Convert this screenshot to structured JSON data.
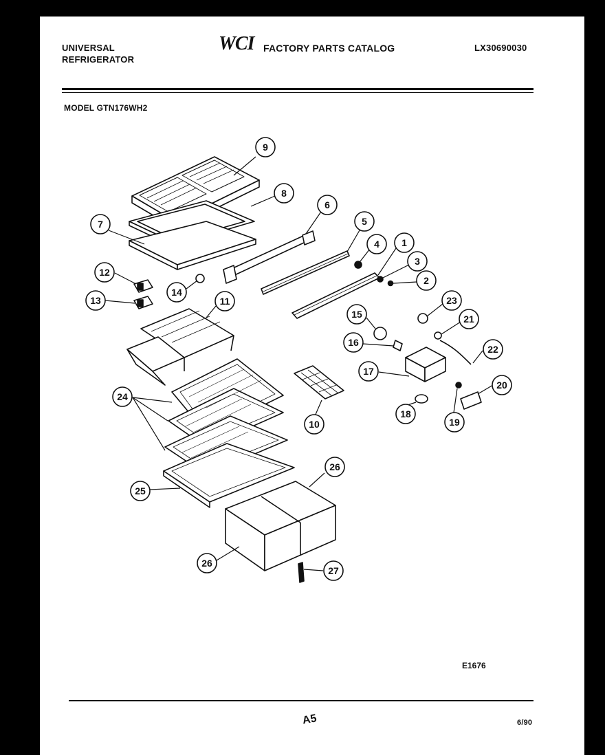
{
  "header": {
    "brand_line1": "UNIVERSAL",
    "brand_line2": "REFRIGERATOR",
    "logo": "WCI",
    "catalog_title": "FACTORY PARTS CATALOG",
    "catalog_number": "LX30690030",
    "model": "MODEL GTN176WH2"
  },
  "diagram": {
    "callouts": [
      "1",
      "2",
      "3",
      "4",
      "5",
      "6",
      "7",
      "8",
      "9",
      "10",
      "11",
      "12",
      "13",
      "14",
      "15",
      "16",
      "17",
      "18",
      "19",
      "20",
      "21",
      "22",
      "23",
      "24",
      "25",
      "26",
      "26",
      "27"
    ],
    "figure_code": "E1676"
  },
  "footer": {
    "page": "A5",
    "date": "6/90"
  }
}
